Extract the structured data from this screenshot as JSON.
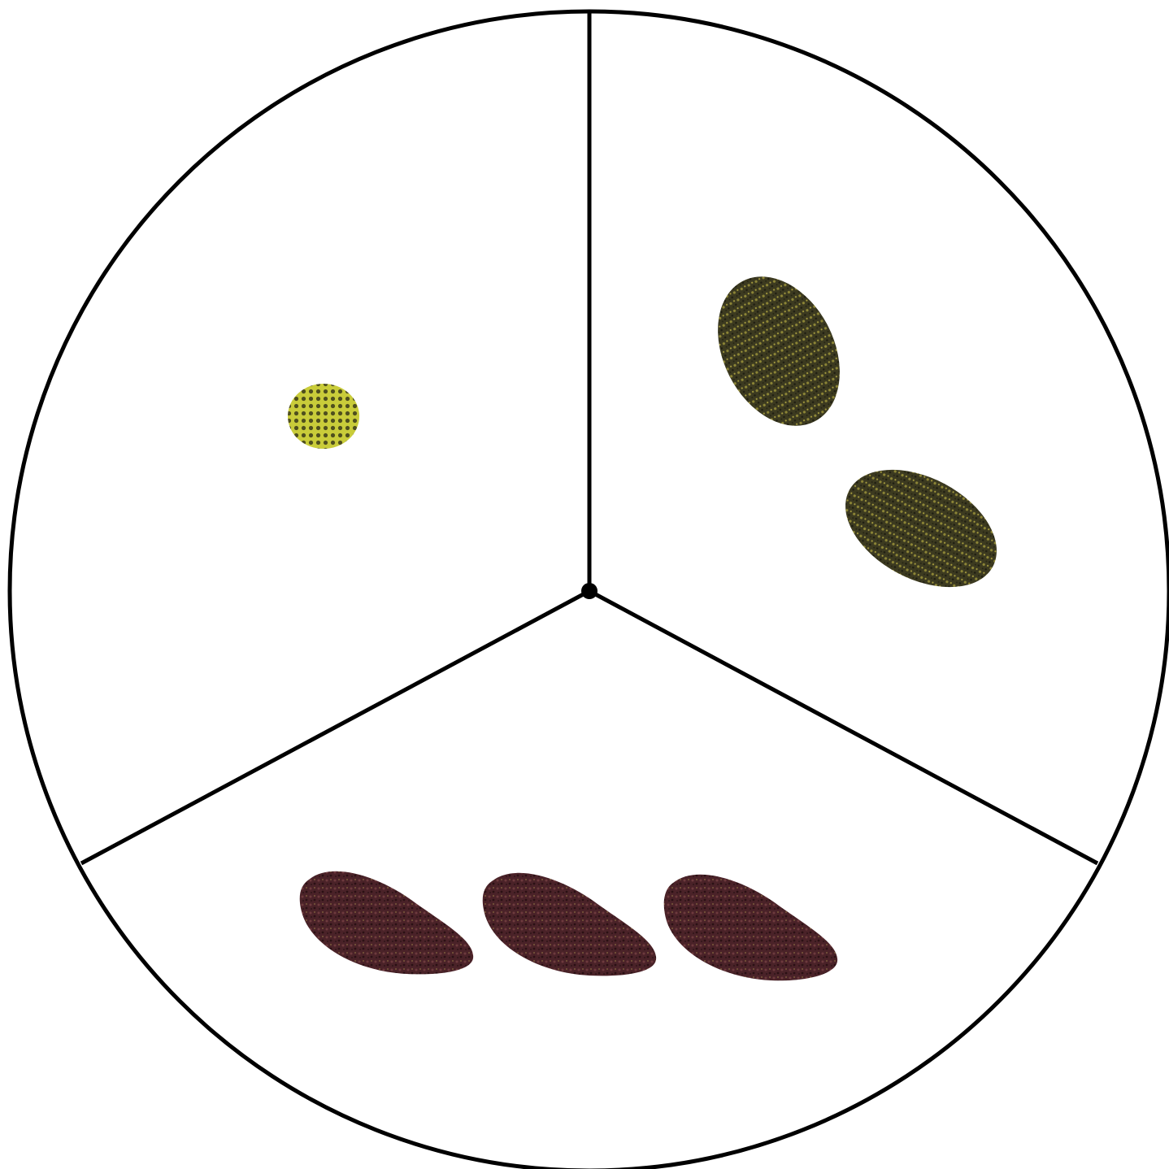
{
  "diagram": {
    "sectors": [
      {
        "id": "top-left",
        "objects": [
          {
            "kind": "round-pollen-grain",
            "color": "#b8bd2e",
            "dark": "#5a5a20"
          }
        ]
      },
      {
        "id": "top-right",
        "objects": [
          {
            "kind": "oval-seed",
            "color": "#6e6a2c",
            "dark": "#2e2c18"
          },
          {
            "kind": "oval-seed",
            "color": "#6e6a2c",
            "dark": "#2e2c18"
          }
        ]
      },
      {
        "id": "bottom",
        "objects": [
          {
            "kind": "kidney-seed",
            "color": "#5a2c30",
            "dark": "#2a1216"
          },
          {
            "kind": "kidney-seed",
            "color": "#5a2c30",
            "dark": "#2a1216"
          },
          {
            "kind": "kidney-seed",
            "color": "#5a2c30",
            "dark": "#2a1216"
          }
        ]
      }
    ],
    "colors": {
      "outline": "#000000",
      "background": "#ffffff"
    }
  }
}
